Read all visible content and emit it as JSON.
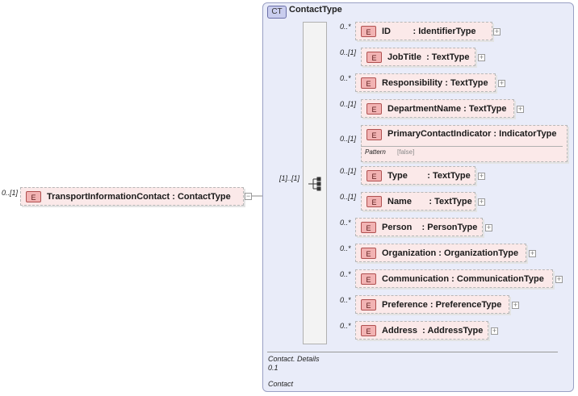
{
  "root": {
    "multiplicity": "0..[1]",
    "name": "TransportInformationContact",
    "type": "ContactType",
    "badge": "E",
    "collapse_symbol": "−"
  },
  "complex_type": {
    "badge": "CT",
    "name": "ContactType",
    "sequence_multiplicity": "[1]..[1]"
  },
  "elements": [
    {
      "mult": "0..*",
      "name": "ID         : IdentifierType",
      "badge": "E"
    },
    {
      "mult": "0..[1]",
      "name": "JobTitle  : TextType",
      "badge": "E"
    },
    {
      "mult": "0..*",
      "name": "Responsibility : TextType",
      "badge": "E"
    },
    {
      "mult": "0..[1]",
      "name": "DepartmentName : TextType",
      "badge": "E"
    },
    {
      "mult": "0..[1]",
      "name": "PrimaryContactIndicator : IndicatorType",
      "badge": "E",
      "facet_label": "Pattern",
      "facet_value": "[false]"
    },
    {
      "mult": "0..[1]",
      "name": "Type        : TextType",
      "badge": "E"
    },
    {
      "mult": "0..[1]",
      "name": "Name       : TextType",
      "badge": "E"
    },
    {
      "mult": "0..*",
      "name": "Person    : PersonType",
      "badge": "E"
    },
    {
      "mult": "0..*",
      "name": "Organization : OrganizationType",
      "badge": "E"
    },
    {
      "mult": "0..*",
      "name": "Communication : CommunicationType",
      "badge": "E"
    },
    {
      "mult": "0..*",
      "name": "Preference : PreferenceType",
      "badge": "E"
    },
    {
      "mult": "0..*",
      "name": "Address  : AddressType",
      "badge": "E"
    }
  ],
  "expand_symbol": "+",
  "documentation": {
    "line1": "Contact. Details",
    "line2": "0.1",
    "line3": "Contact"
  }
}
